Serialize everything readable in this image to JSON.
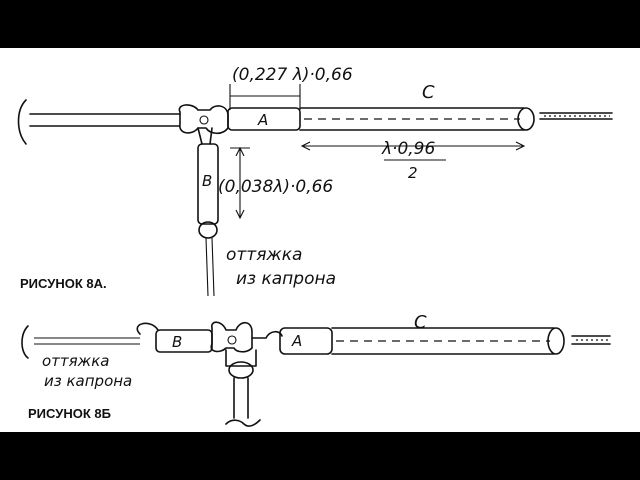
{
  "figure_a": {
    "caption": "РИСУНОК 8А.",
    "label_a": "A",
    "label_b": "B",
    "label_c": "C",
    "dim_a": "(0,227 λ)·0,66",
    "dim_b": "(0,038λ)·0,66",
    "dim_c_num": "λ·0,96",
    "dim_c_den": "2",
    "guy_line1": "оттяжка",
    "guy_line2": "из капрона"
  },
  "figure_b": {
    "caption": "РИСУНОК 8Б",
    "label_a": "A",
    "label_b": "B",
    "label_c": "C",
    "guy_line1": "оттяжка",
    "guy_line2": "из капрона"
  },
  "colors": {
    "ink": "#111111",
    "paper": "#ffffff",
    "frame": "#000000"
  }
}
